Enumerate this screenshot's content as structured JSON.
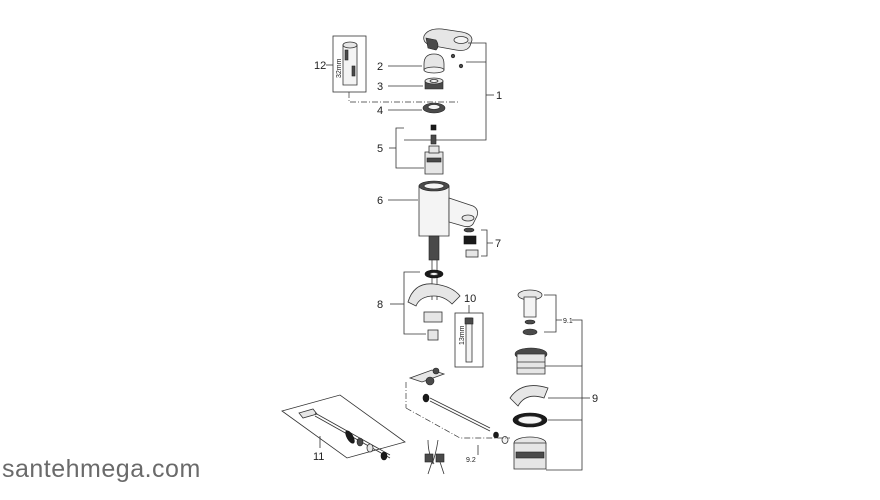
{
  "watermark": "santehmega.com",
  "callouts": [
    {
      "id": "1",
      "text": "1"
    },
    {
      "id": "2",
      "text": "2"
    },
    {
      "id": "3",
      "text": "3"
    },
    {
      "id": "4",
      "text": "4"
    },
    {
      "id": "5",
      "text": "5"
    },
    {
      "id": "6",
      "text": "6"
    },
    {
      "id": "7",
      "text": "7"
    },
    {
      "id": "8",
      "text": "8"
    },
    {
      "id": "9",
      "text": "9"
    },
    {
      "id": "9.1",
      "text": "9.1"
    },
    {
      "id": "9.2",
      "text": "9.2"
    },
    {
      "id": "10",
      "text": "10"
    },
    {
      "id": "11",
      "text": "11"
    },
    {
      "id": "12",
      "text": "12"
    }
  ],
  "dimensions": {
    "tool_11": "32mm",
    "tool_10": "13mm"
  }
}
